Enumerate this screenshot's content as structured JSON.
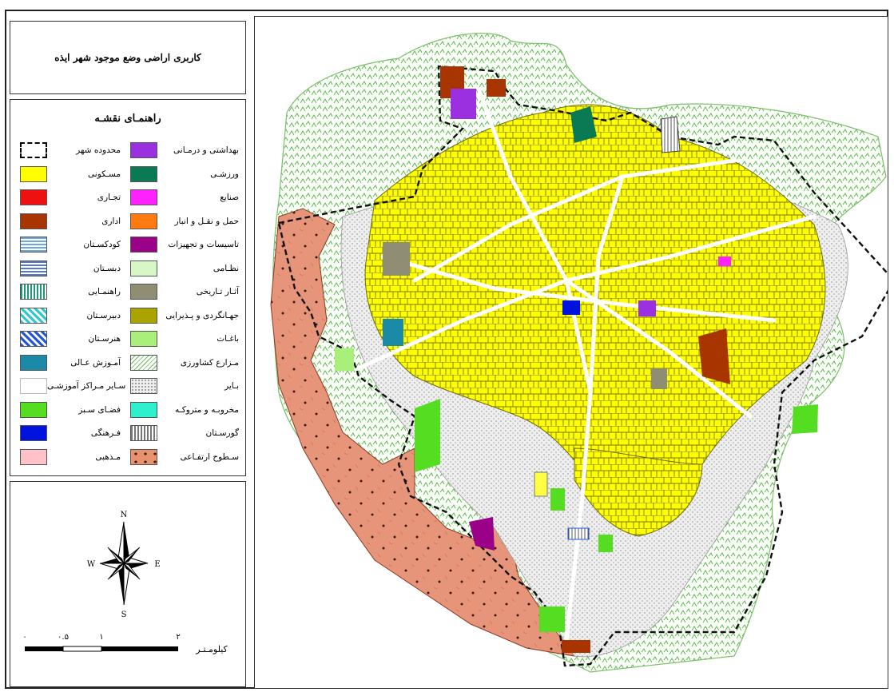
{
  "map_title": "کاربری اراضی وضع موجود شهر ایذه",
  "legend": {
    "title": "راهنمـای نقشـه",
    "right_column": [
      {
        "label": "بهداشتی و درمـانی",
        "color": "#9b30e0",
        "pattern": "solid"
      },
      {
        "label": "ورزشـی",
        "color": "#0a7a55",
        "pattern": "solid"
      },
      {
        "label": "صنایع",
        "color": "#ff22ff",
        "pattern": "solid"
      },
      {
        "label": "حمل و نقـل و انبار",
        "color": "#ff7a10",
        "pattern": "solid"
      },
      {
        "label": "تاسیسات و تجهیزات",
        "color": "#9a0088",
        "pattern": "solid"
      },
      {
        "label": "نظـامی",
        "color": "#d7f7c6",
        "pattern": "solid"
      },
      {
        "label": "آثـار تـاریخی",
        "color": "#8f8d73",
        "pattern": "solid"
      },
      {
        "label": "جهـانگردی و پـذیرایی",
        "color": "#aaa300",
        "pattern": "solid"
      },
      {
        "label": "باغـات",
        "color": "#a8f07a",
        "pattern": "solid"
      },
      {
        "label": "مـزارع کشاورزی",
        "color": "#6abf5a",
        "pattern": "farm"
      },
      {
        "label": "بـایر",
        "color": "#bdbdbd",
        "pattern": "barren"
      },
      {
        "label": "مخروبـه و متروکـه",
        "color": "#2ef0cc",
        "pattern": "solid"
      },
      {
        "label": "گورسـتان",
        "color": "#777777",
        "pattern": "vlines"
      },
      {
        "label": "سـطوح ارتفـاعی",
        "color": "#e9926e",
        "pattern": "dots"
      }
    ],
    "left_column": [
      {
        "label": "محدوده شهر",
        "color": "#000000",
        "pattern": "dashed"
      },
      {
        "label": "مسـکونی",
        "color": "#ffff00",
        "pattern": "solid"
      },
      {
        "label": "تجـاری",
        "color": "#ee1111",
        "pattern": "solid"
      },
      {
        "label": "اداری",
        "color": "#a83400",
        "pattern": "solid"
      },
      {
        "label": "کودکسـتان",
        "color": "#6fa8dc",
        "pattern": "hlines"
      },
      {
        "label": "دبسـتان",
        "color": "#5577cc",
        "pattern": "hlines"
      },
      {
        "label": "راهنمـایی",
        "color": "#1b9a78",
        "pattern": "vlines"
      },
      {
        "label": "دبیرسـتان",
        "color": "#2ec8c8",
        "pattern": "diag"
      },
      {
        "label": "هنرسـتان",
        "color": "#2255dd",
        "pattern": "diag"
      },
      {
        "label": "آمـوزش عـالی",
        "color": "#1a8aa6",
        "pattern": "solid"
      },
      {
        "label": "سـایر مـراکز آموزشـی",
        "color": "#ffffff",
        "pattern": "none"
      },
      {
        "label": "فضـای سـبز",
        "color": "#55dd22",
        "pattern": "solid"
      },
      {
        "label": "فـرهنگی",
        "color": "#0012dd",
        "pattern": "solid"
      },
      {
        "label": "مـذهبی",
        "color": "#ffc2c8",
        "pattern": "solid"
      }
    ]
  },
  "north_arrow": {
    "n": "N",
    "s": "S",
    "e": "E",
    "w": "W"
  },
  "scale_bar": {
    "ticks": [
      "۰",
      "۰.۵",
      "۱",
      "۲"
    ],
    "unit": "کیلومـتـر"
  }
}
